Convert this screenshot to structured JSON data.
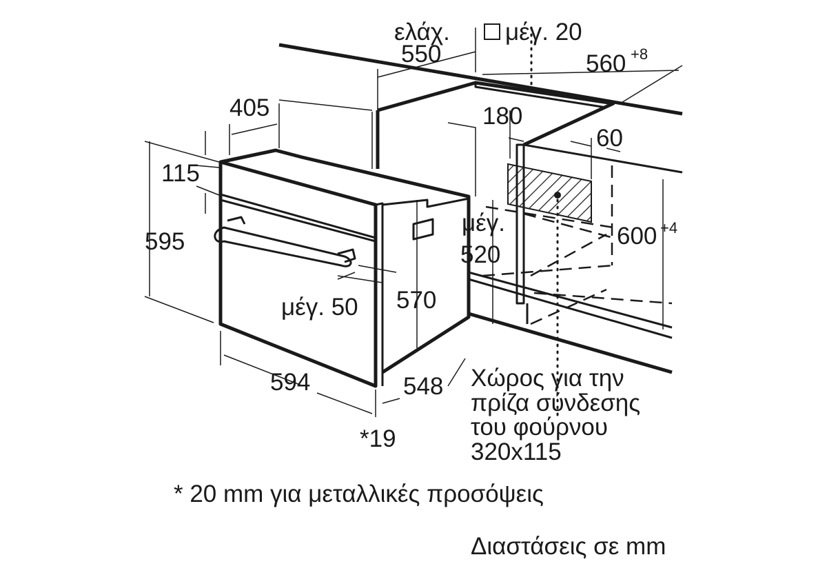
{
  "diagram": {
    "dimensions": {
      "min_label": "ελάχ.",
      "min_depth": "550",
      "max_gap_label": "μέγ. 20",
      "niche_depth": "560",
      "niche_depth_tol": "+8",
      "top_offset": "405",
      "rear_gap": "180",
      "socket_offset": "60",
      "panel_height": "115",
      "oven_height": "595",
      "max_label": "μέγ.",
      "max_depth": "520",
      "niche_height": "600",
      "niche_height_tol": "+4",
      "handle_depth": "μέγ. 50",
      "body_height": "570",
      "oven_width": "594",
      "body_depth": "548",
      "front_thickness": "*19"
    },
    "socket_note": [
      "Χώρος για την",
      "πρίζα σύνδεσης",
      "του φούρνου",
      "320x115"
    ],
    "footnote": "* 20 mm για μεταλλικές προσόψεις",
    "units_note": "Διαστάσεις σε mm"
  }
}
